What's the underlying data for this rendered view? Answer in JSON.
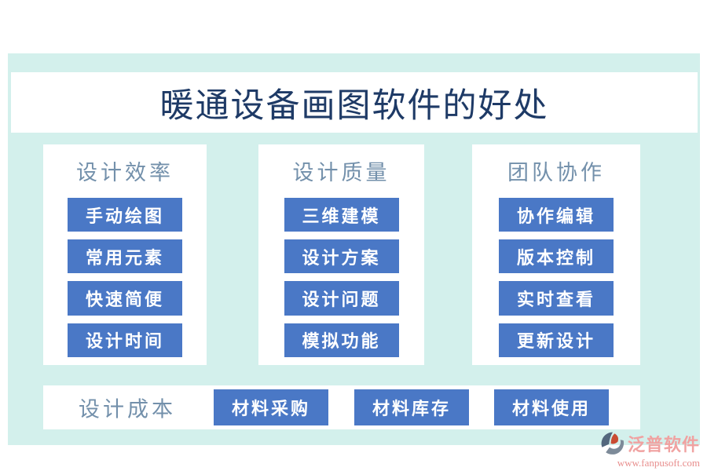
{
  "title": "暖通设备画图软件的好处",
  "columns": [
    {
      "header": "设计效率",
      "items": [
        "手动绘图",
        "常用元素",
        "快速简便",
        "设计时间"
      ]
    },
    {
      "header": "设计质量",
      "items": [
        "三维建模",
        "设计方案",
        "设计问题",
        "模拟功能"
      ]
    },
    {
      "header": "团队协作",
      "items": [
        "协作编辑",
        "版本控制",
        "实时查看",
        "更新设计"
      ]
    }
  ],
  "bottom": {
    "header": "设计成本",
    "items": [
      "材料采购",
      "材料库存",
      "材料使用"
    ]
  },
  "logo": {
    "name": "泛普软件",
    "url": "www.fanpusoft.com"
  },
  "colors": {
    "background_mint": "#d3f0ec",
    "button_blue": "#4a78c6",
    "title_navy": "#1e3a66",
    "header_steel_blue": "#7390ab",
    "logo_pink": "#f0a2a1"
  }
}
